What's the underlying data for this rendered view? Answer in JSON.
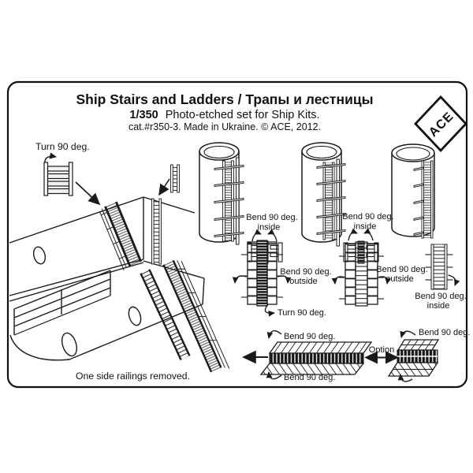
{
  "header": {
    "title": "Ship Stairs and Ladders / Трапы и лестницы",
    "scale": "1/350",
    "subtitle": "Photo-etched set for Ship Kits.",
    "catalog": "cat.#r350-3. Made in Ukraine. © ACE, 2012.",
    "brand": "ACE"
  },
  "labels": {
    "turn_90": "Turn 90 deg.",
    "bend_90": "Bend 90 deg.",
    "inside": "inside",
    "outside": "outside",
    "option": "Option",
    "one_side_railings": "One side railings removed."
  },
  "colors": {
    "ink": "#1a1a1a",
    "paper": "#ffffff"
  }
}
